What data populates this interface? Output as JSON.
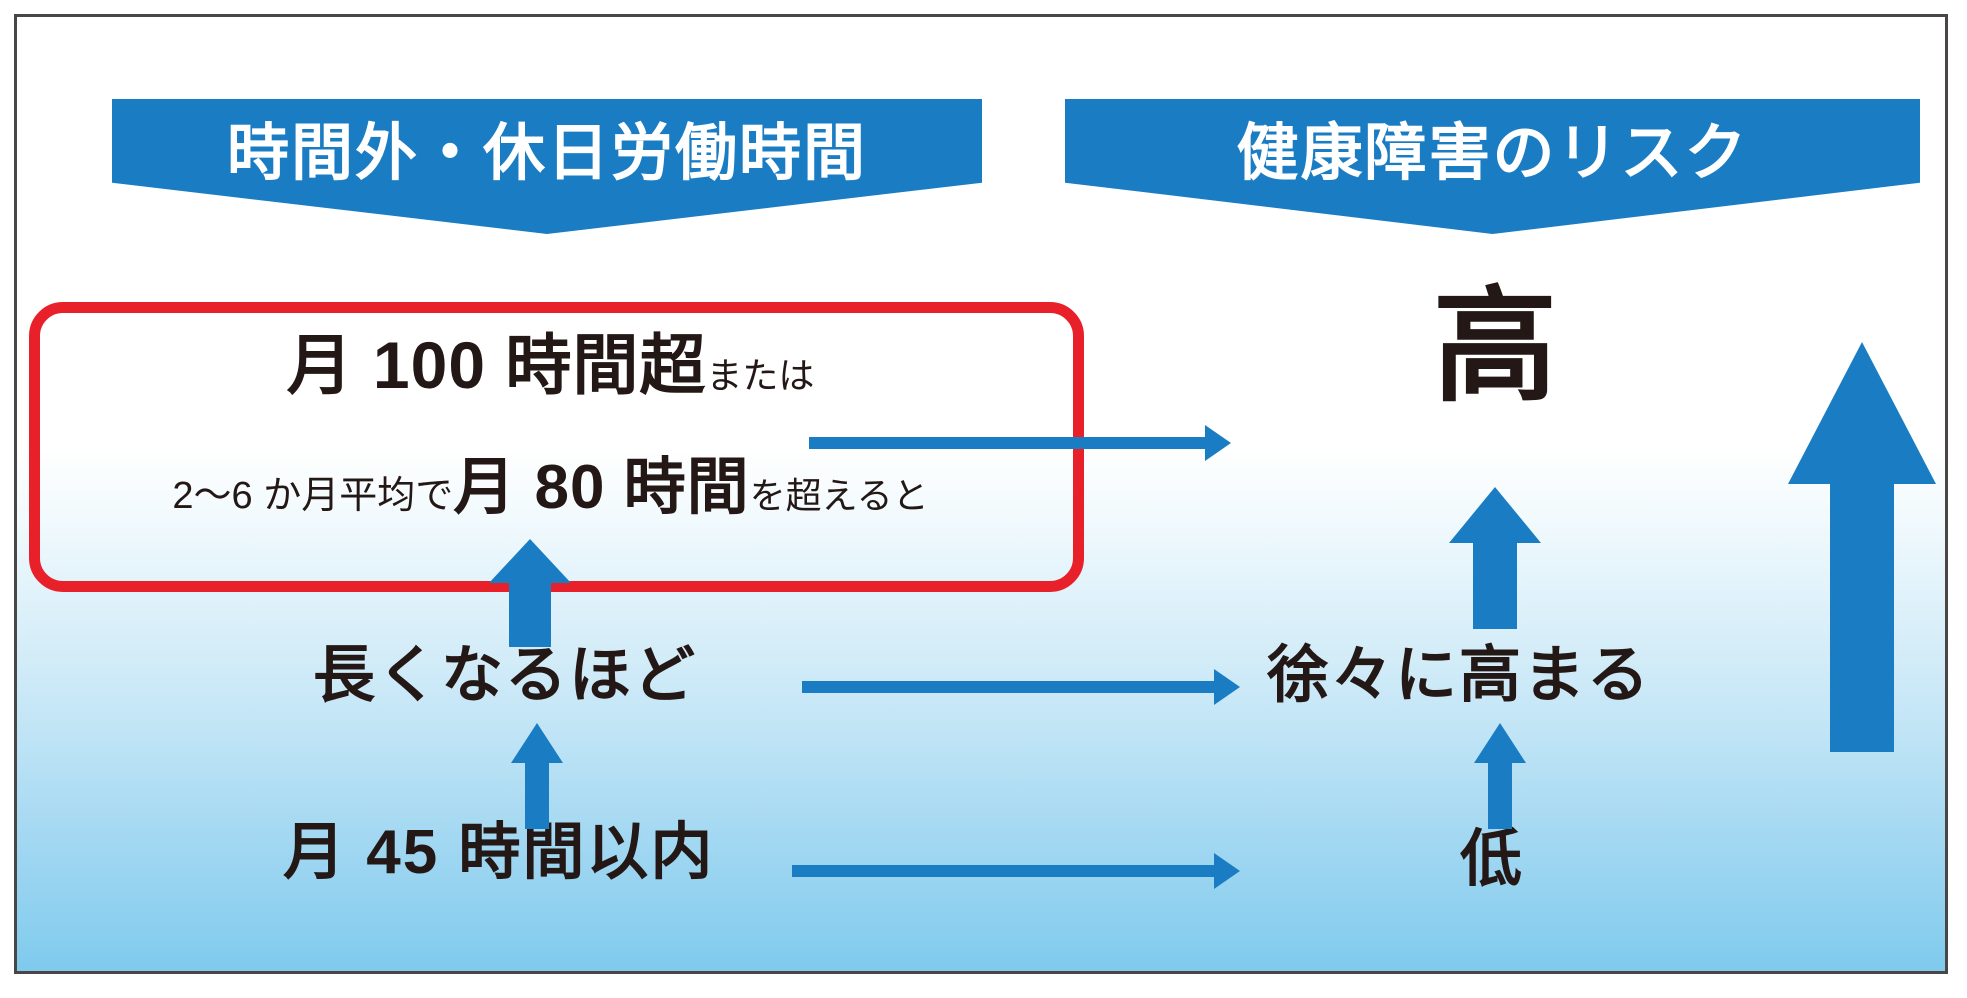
{
  "diagram": {
    "title_left": "時間外・休日労働時間",
    "title_right": "健康障害のリスク",
    "rows": {
      "top": {
        "line1_big": "月 100 時間超",
        "line1_small": "または",
        "line2_small_prefix": "2～6 か月平均で",
        "line2_big": "月 80 時間",
        "line2_small_suffix": "を超えると",
        "risk": "高"
      },
      "middle": {
        "hours": "長くなるほど",
        "risk": "徐々に高まる"
      },
      "bottom": {
        "hours": "月 45 時間以内",
        "risk": "低"
      }
    },
    "colors": {
      "banner_blue": "#1a7dc4",
      "arrow_blue": "#1a7dc4",
      "highlight_red": "#e8202a",
      "text_black": "#231815",
      "background_bottom": "#7dc9ed",
      "frame_border": "#4a4645"
    }
  }
}
